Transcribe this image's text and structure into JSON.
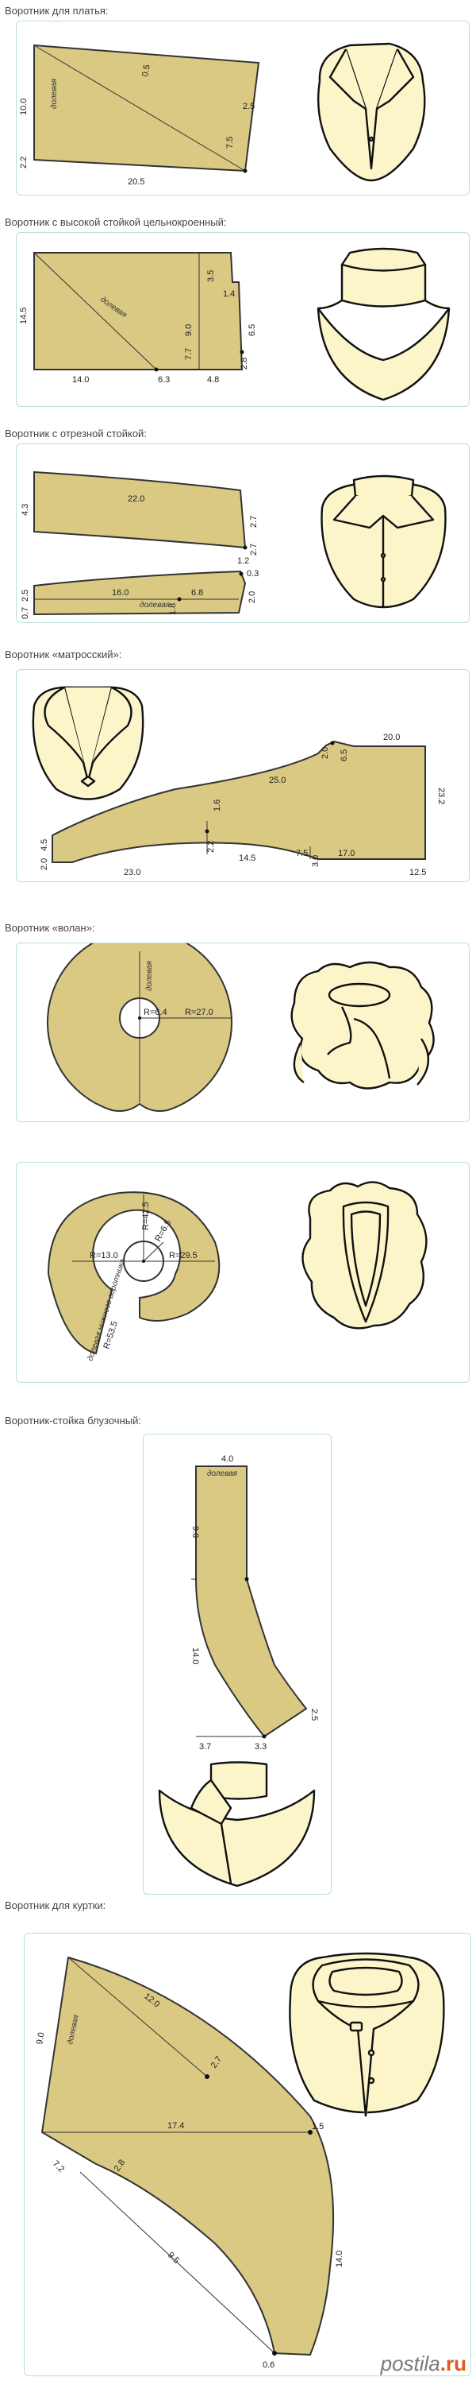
{
  "sections": [
    {
      "caption": "Воротник для платья:",
      "label": "долевая",
      "dims": [
        "10.0",
        "2.2",
        "20.5",
        "0.5",
        "2.5",
        "7.5"
      ]
    },
    {
      "caption": "Воротник с высокой стойкой цельнокроенный:",
      "label": "долевая",
      "dims": [
        "14.5",
        "14.0",
        "6.3",
        "4.8",
        "3.5",
        "1.4",
        "6.5",
        "9.0",
        "7.7",
        "2.8"
      ]
    },
    {
      "caption": "Воротник с отрезной стойкой:",
      "label": "долевая",
      "dims": [
        "4.3",
        "22.0",
        "2.7",
        "2.7",
        "1.2",
        "16.0",
        "6.8",
        "0.3",
        "2.5",
        "0.7",
        "1.8",
        "2.0"
      ]
    },
    {
      "caption": "Воротник «матросский»:",
      "dims": [
        "20.0",
        "23.2",
        "6.5",
        "2.0",
        "25.0",
        "1.6",
        "4.5",
        "2.0",
        "23.0",
        "14.5",
        "2.2",
        "7.5",
        "17.0",
        "12.5",
        "3.0"
      ]
    },
    {
      "caption": "Воротник «волан»:",
      "label": "долевая",
      "dims": [
        "R=6.4",
        "R=27.0"
      ]
    },
    {
      "label": "долевая нижнего воротника",
      "dims": [
        "R=42.5",
        "R=6.5",
        "R=13.0",
        "R=29.5",
        "R=53.5"
      ]
    },
    {
      "caption": "Воротник-стойка блузочный:",
      "label": "долевая",
      "dims": [
        "4.0",
        "9.0",
        "14.0",
        "3.7",
        "3.3",
        "2.5"
      ]
    },
    {
      "caption": "Воротник для куртки:",
      "label": "долевая",
      "dims": [
        "9.0",
        "12.0",
        "2.7",
        "17.4",
        "1.5",
        "7.2",
        "2.8",
        "9.5",
        "14.0",
        "0.6"
      ]
    }
  ],
  "watermark": {
    "prefix": "postila",
    "suffix": ".ru"
  }
}
